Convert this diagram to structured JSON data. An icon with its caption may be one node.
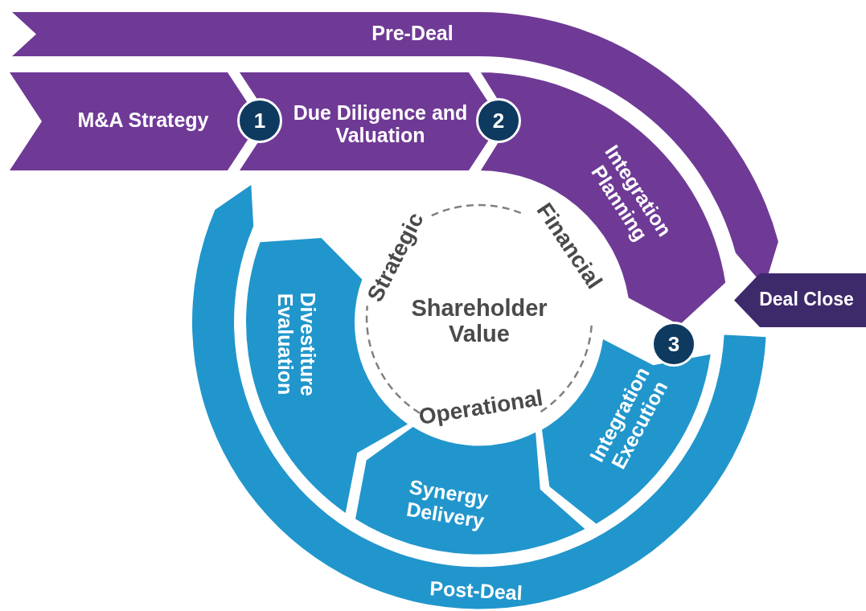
{
  "diagram": {
    "nodes": [
      {
        "text": [
          "Pre-Deal"
        ]
      },
      {
        "text": [
          "M&A Strategy"
        ]
      },
      {
        "text": [
          "1"
        ]
      },
      {
        "text": [
          "Due Diligence and Valuation"
        ]
      },
      {
        "text": [
          "2"
        ]
      },
      {
        "text": [
          "Integration Planning"
        ]
      },
      {
        "text": [
          "Deal Close"
        ]
      },
      {
        "text": [
          "Shareholder Value"
        ]
      },
      {
        "text": [
          "Divestiture Evaluation"
        ]
      },
      {
        "text": [
          "3"
        ]
      },
      {
        "text": [
          "Integration Execution"
        ]
      },
      {
        "text": [
          "Synergy Delivery"
        ]
      },
      {
        "text": [
          "Post-Deal"
        ]
      }
    ],
    "labels": [
      "Strategic",
      "Financial",
      "Operational"
    ]
  }
}
